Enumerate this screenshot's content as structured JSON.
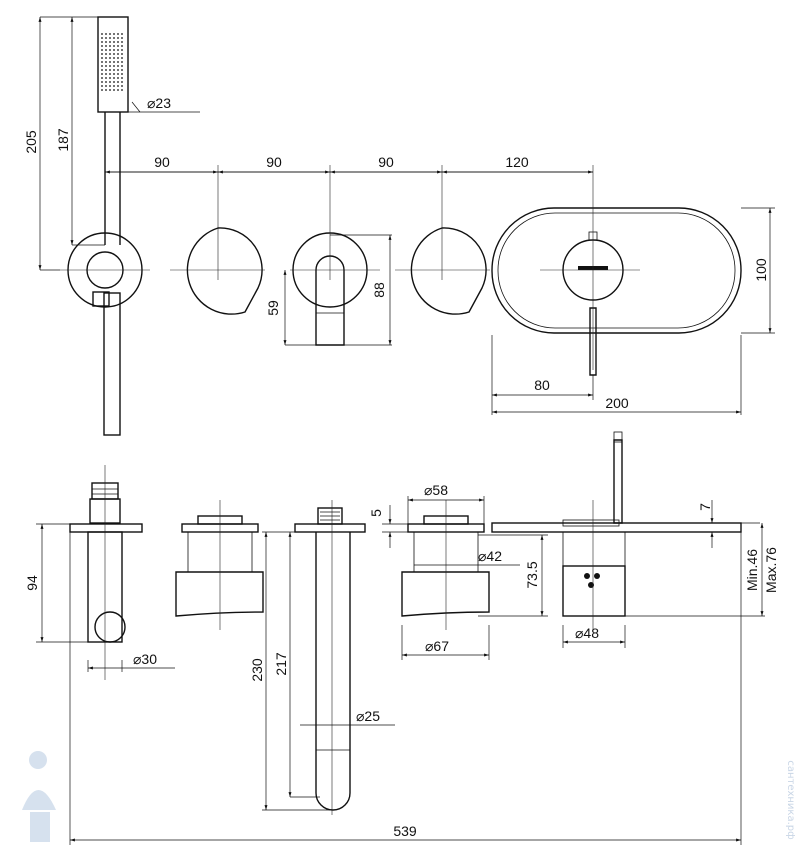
{
  "dimensions": {
    "handshower_dia": "⌀23",
    "handshower_length": "187",
    "handshower_total": "205",
    "spacing_1": "90",
    "spacing_2": "90",
    "spacing_3": "90",
    "spacing_4": "120",
    "spout_height_59": "59",
    "spout_height_88": "88",
    "plate_height": "100",
    "lever_offset": "80",
    "plate_width": "200",
    "hose_depth": "94",
    "hose_dia": "⌀30",
    "spout_230": "230",
    "spout_217": "217",
    "spout_dia": "⌀25",
    "flange_5": "5",
    "flange_dia_58": "⌀58",
    "body_dia_42": "⌀42",
    "depth_73_5": "73.5",
    "body_dia_67": "⌀67",
    "cover_7": "7",
    "min_46": "Min.46",
    "max_76": "Max.76",
    "mixer_dia_48": "⌀48",
    "overall_539": "539"
  },
  "watermark": "сантехника.рф"
}
